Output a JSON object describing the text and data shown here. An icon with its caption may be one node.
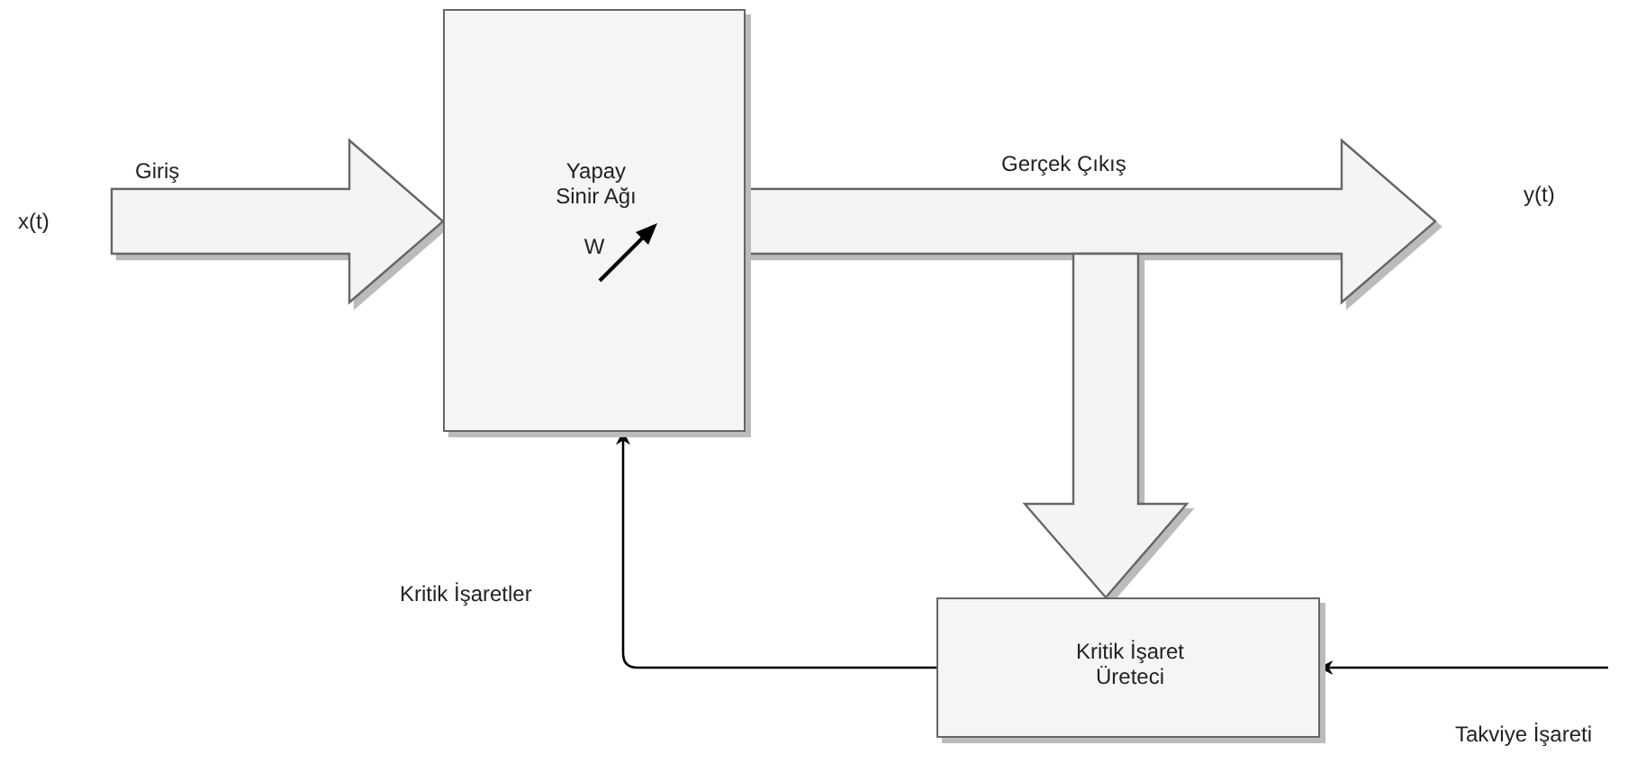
{
  "diagram": {
    "nodes": [
      {
        "text": [
          "x(t)"
        ]
      },
      {
        "text": [
          "Yapay Sinir Ağı",
          "W"
        ]
      },
      {
        "text": [
          "y(t)"
        ]
      },
      {
        "text": [
          "Kritik İşaret Üreteci"
        ]
      }
    ],
    "edges": [
      {
        "from": 0,
        "to": 1,
        "arrow": "to",
        "label": "Giriş",
        "style": "thick"
      },
      {
        "from": 1,
        "to": 2,
        "arrow": "to",
        "label": "Gerçek Çıkış",
        "style": "thick"
      },
      {
        "from": null,
        "to": 3,
        "arrow": "to",
        "style": "thick"
      },
      {
        "from": 3,
        "to": 1,
        "arrow": "to",
        "label": "Kritik İşaretler"
      },
      {
        "from": null,
        "to": 3,
        "arrow": "to",
        "label": "Takviye İşareti"
      }
    ]
  }
}
